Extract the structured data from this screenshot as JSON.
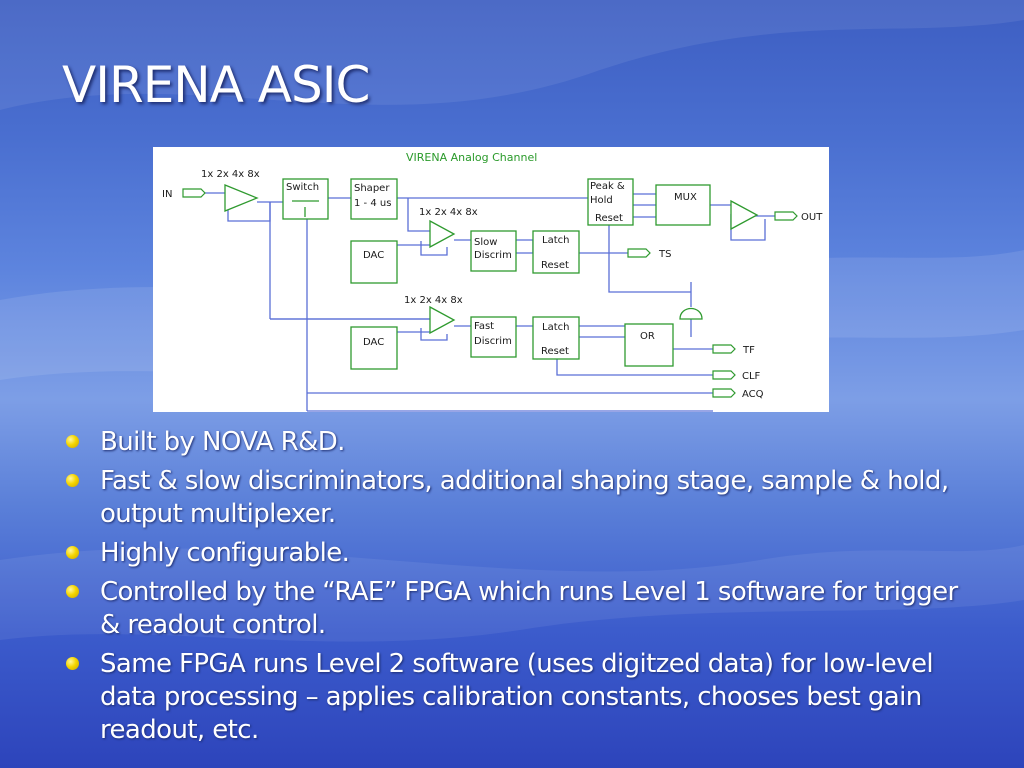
{
  "slide": {
    "title": "VIRENA ASIC",
    "bullets": [
      "Built by NOVA R&D.",
      "Fast & slow discriminators, additional shaping stage, sample & hold, output multiplexer.",
      "Highly configurable.",
      "Controlled by the “RAE” FPGA which runs Level 1 software for trigger & readout control.",
      "Same FPGA runs Level 2 software (uses digitzed data) for low-level data processing – applies calibration constants, chooses best gain readout, etc."
    ],
    "colors": {
      "text": "#ffffff",
      "bullet": "#f5d600",
      "diagram_lines": "#5b6fd6",
      "diagram_blocks": "#2f9a2f"
    }
  },
  "diagram": {
    "caption": "VIRENA Analog Channel",
    "labels": {
      "in": "IN",
      "gain_1": "1x 2x 4x 8x",
      "gain_2": "1x 2x 4x 8x",
      "gain_3": "1x 2x 4x 8x",
      "switch": "Switch",
      "shaper_1": "Shaper",
      "shaper_2": "1 - 4 us",
      "dac_1": "DAC",
      "dac_2": "DAC",
      "slow_1": "Slow",
      "slow_2": "Discrim",
      "fast_1": "Fast",
      "fast_2": "Discrim",
      "latch_1": "Latch",
      "reset_1": "Reset",
      "latch_2": "Latch",
      "reset_2": "Reset",
      "peak_1": "Peak &",
      "peak_2": "Hold",
      "peak_reset": "Reset",
      "mux": "MUX",
      "or": "OR",
      "out": "OUT",
      "ts": "TS",
      "tf": "TF",
      "clf": "CLF",
      "acq": "ACQ"
    }
  }
}
